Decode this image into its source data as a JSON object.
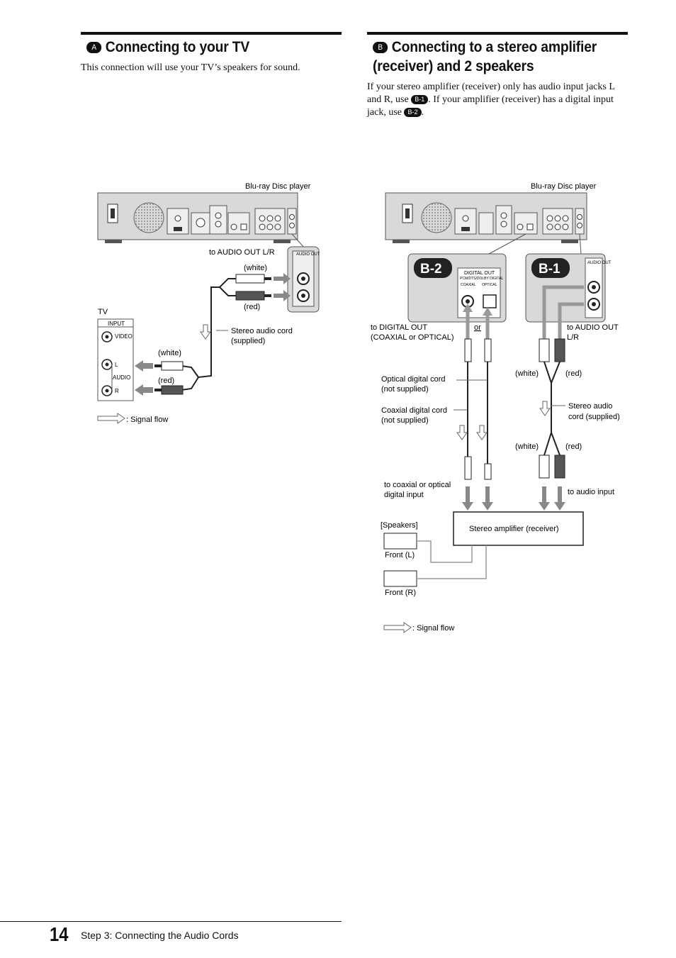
{
  "section_a": {
    "badge": "A",
    "title": "Connecting to your TV",
    "intro": "This connection will use your TV’s speakers for sound.",
    "diagram": {
      "player_label": "Blu-ray Disc player",
      "audio_out_jack": "to AUDIO OUT L/R",
      "panel_label": "AUDIO OUT",
      "white_top": "(white)",
      "red_top": "(red)",
      "tv_label": "TV",
      "input_label": "INPUT",
      "video_label": "VIDEO",
      "l_label": "L",
      "audio_label": "AUDIO",
      "r_label": "R",
      "cord_label_1": "Stereo audio cord",
      "cord_label_2": "(supplied)",
      "white_bottom": "(white)",
      "red_bottom": "(red)",
      "signal_flow": ": Signal flow"
    }
  },
  "section_b": {
    "badge": "B",
    "title_line1": "Connecting to a stereo amplifier",
    "title_line2": "(receiver) and 2 speakers",
    "intro_1": "If your stereo amplifier (receiver) only has audio input jacks L and R, use",
    "intro_badge_1": "B-1",
    "intro_2": ". If your amplifier (receiver) has a digital input jack, use",
    "intro_badge_2": "B-2",
    "intro_3": ".",
    "diagram": {
      "player_label": "Blu-ray Disc player",
      "b2_badge": "B-2",
      "b1_badge": "B-1",
      "digital_out": "DIGITAL OUT",
      "digital_formats": "PCM/DTS/DOLBY DIGITAL",
      "coaxial": "COAXIAL",
      "optical": "OPTICAL",
      "audio_out_panel": "AUDIO OUT",
      "to_digital_out_1": "to DIGITAL OUT",
      "to_digital_out_2": "(COAXIAL or OPTICAL)",
      "or_label": "or",
      "to_audio_out_1": "to AUDIO OUT",
      "to_audio_out_2": "L/R",
      "white_top": "(white)",
      "red_top": "(red)",
      "optical_cord_1": "Optical digital cord",
      "optical_cord_2": "(not supplied)",
      "coaxial_cord_1": "Coaxial digital cord",
      "coaxial_cord_2": "(not supplied)",
      "stereo_cord_1": "Stereo audio",
      "stereo_cord_2": "cord (supplied)",
      "white_bottom": "(white)",
      "red_bottom": "(red)",
      "to_digital_input_1": "to coaxial or optical",
      "to_digital_input_2": "digital input",
      "to_audio_input": "to audio input",
      "speakers_label": "[Speakers]",
      "amp_label": "Stereo amplifier (receiver)",
      "front_l": "Front (L)",
      "front_r": "Front (R)",
      "signal_flow": ": Signal flow"
    }
  },
  "footer": {
    "page_number": "14",
    "section": "Step 3: Connecting the Audio Cords"
  }
}
